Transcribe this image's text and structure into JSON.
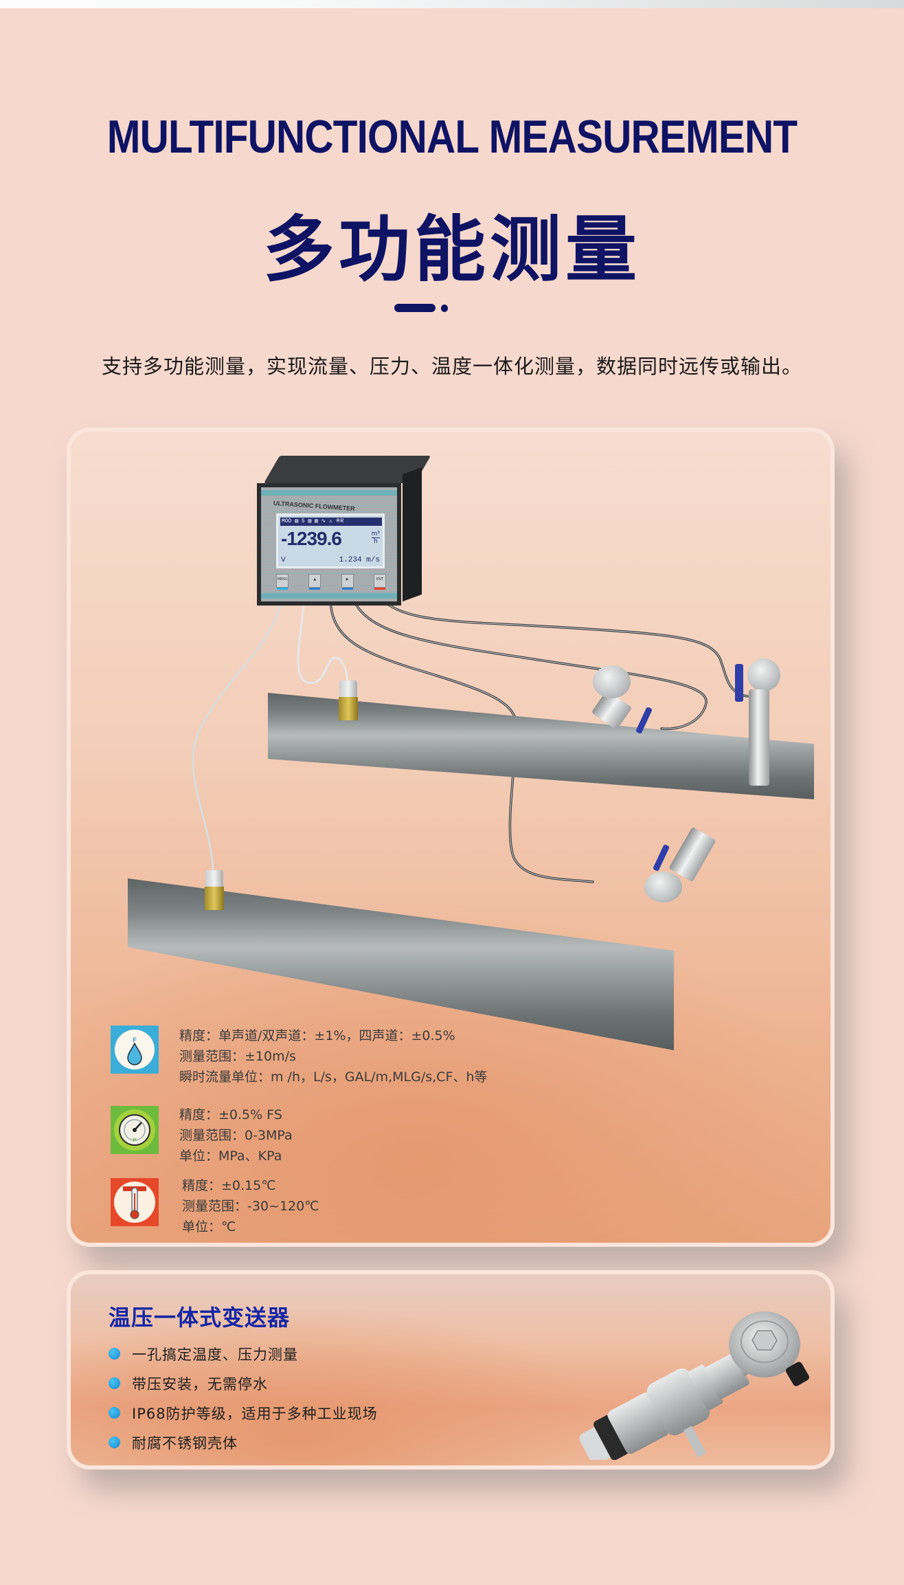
{
  "header": {
    "title_en": "MULTIFUNCTIONAL MEASUREMENT",
    "title_cn": "多功能测量",
    "subtitle": "支持多功能测量，实现流量、压力、温度一体化测量，数据同时远传或输出。"
  },
  "colors": {
    "page_bg": "#f6d8cd",
    "title": "#0e1364",
    "card2_title": "#1526a4",
    "bullet": "#1d9be0",
    "flow_icon_bg": "#3aaed8",
    "pressure_icon_bg": "#6dbb3d",
    "temp_icon_bg": "#e6482a"
  },
  "meter": {
    "brand": "ULTRASONIC FLOWMETER",
    "status_bar": "MOD ▤ 5 ▥ ▧ ∿ ⚠ ※R",
    "reading": "-1239.6",
    "reading_unit_top": "m³",
    "reading_unit_bottom": "h",
    "velocity_label": "V",
    "velocity": "1.234 m/s",
    "keys": [
      {
        "label": "MENU",
        "color": "#23b5e6"
      },
      {
        "label": "▲",
        "color": "#2e7fd6"
      },
      {
        "label": "▶",
        "color": "#2e7fd6"
      },
      {
        "label": "ENT",
        "color": "#e8432a"
      }
    ]
  },
  "specs": [
    {
      "icon": "water-drop-icon",
      "icon_letter": "F",
      "lines": [
        "精度：单声道/双声道：±1%，四声道：±0.5%",
        "测量范围：±10m/s",
        "瞬时流量单位：m /h，L/s，GAL/m,MLG/s,CF、h等"
      ]
    },
    {
      "icon": "pressure-gauge-icon",
      "icon_letter": "P",
      "lines": [
        "精度：±0.5% FS",
        "测量范围：0-3MPa",
        "单位：MPa、KPa"
      ]
    },
    {
      "icon": "thermometer-icon",
      "icon_letter": "T",
      "lines": [
        "精度：±0.15℃",
        "测量范围：-30~120℃",
        "单位：℃"
      ]
    }
  ],
  "transmitter_card": {
    "title": "温压一体式变送器",
    "features": [
      "一孔搞定温度、压力测量",
      "带压安装，无需停水",
      "IP68防护等级，适用于多种工业现场",
      "耐腐不锈钢壳体"
    ]
  }
}
